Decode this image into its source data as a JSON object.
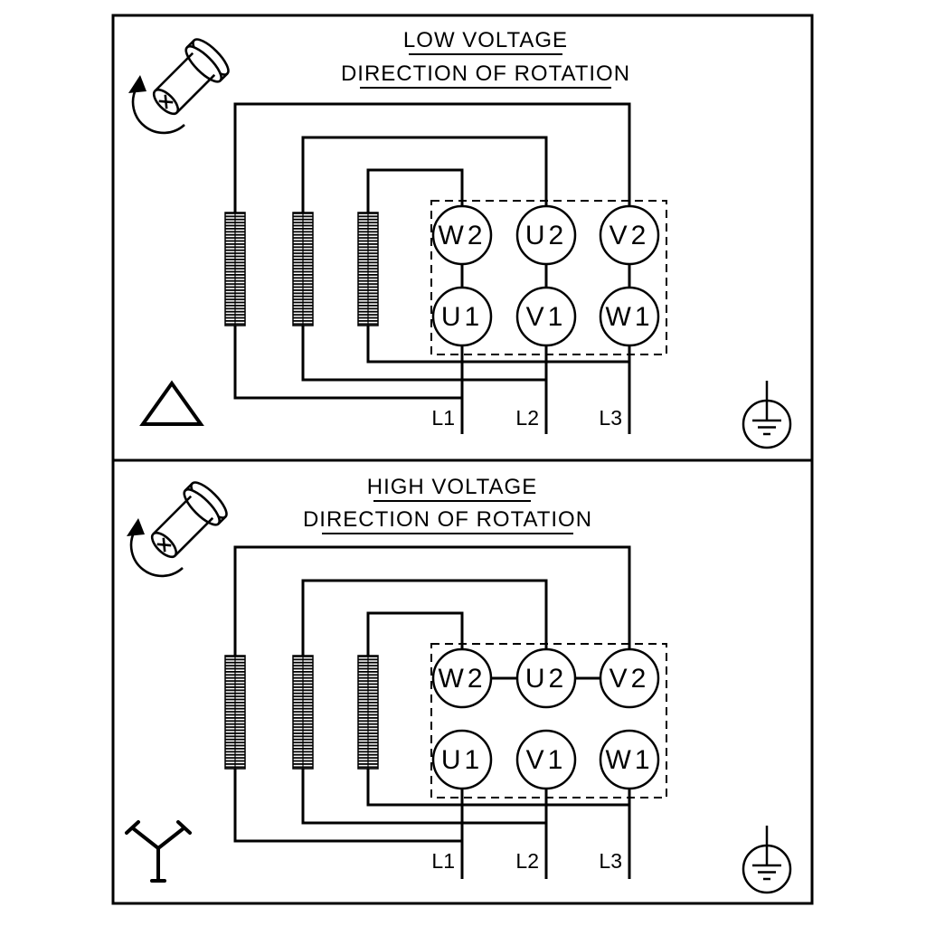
{
  "diagram": {
    "type": "three-phase-motor-terminal-wiring",
    "background": "#ffffff",
    "line_color": "#000000",
    "icons": {
      "rotation": "shaft-rotation-icon",
      "ground": "earth-ground-icon",
      "low_voltage_connection": "delta-icon",
      "high_voltage_connection": "star-icon"
    },
    "panels": [
      {
        "id": "low-voltage",
        "title": "LOW VOLTAGE",
        "subtitle": "DIRECTION OF ROTATION",
        "connection": "delta",
        "terminals_top": [
          "W2",
          "U2",
          "V2"
        ],
        "terminals_bottom": [
          "U1",
          "V1",
          "W1"
        ],
        "supply_lines": [
          "L1",
          "L2",
          "L3"
        ]
      },
      {
        "id": "high-voltage",
        "title": "HIGH VOLTAGE",
        "subtitle": "DIRECTION OF ROTATION",
        "connection": "star",
        "terminals_top": [
          "W2",
          "U2",
          "V2"
        ],
        "terminals_bottom": [
          "U1",
          "V1",
          "W1"
        ],
        "supply_lines": [
          "L1",
          "L2",
          "L3"
        ]
      }
    ]
  }
}
